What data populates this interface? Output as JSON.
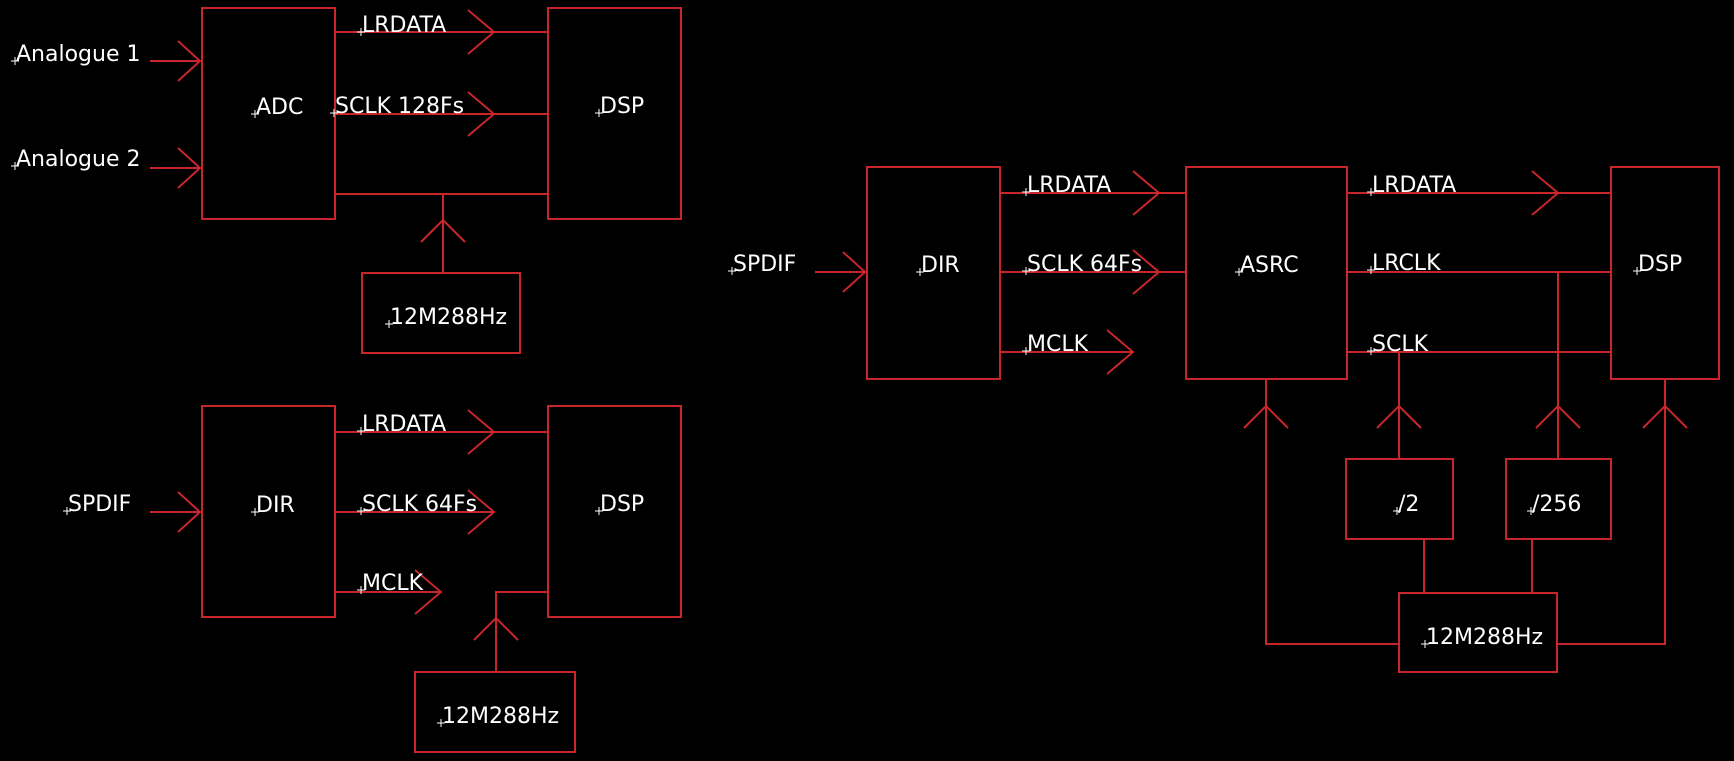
{
  "diagrams": {
    "adc_path": {
      "input_1": "Analogue 1",
      "input_2": "Analogue 2",
      "adc": "ADC",
      "lrdata": "LRDATA",
      "sclk": "SCLK 128Fs",
      "dsp": "DSP",
      "clock": "12M288Hz"
    },
    "dir_path": {
      "input": "SPDIF",
      "dir": "DIR",
      "lrdata": "LRDATA",
      "sclk": "SCLK 64Fs",
      "mclk": "MCLK",
      "dsp": "DSP",
      "clock": "12M288Hz"
    },
    "asrc_path": {
      "input": "SPDIF",
      "dir": "DIR",
      "lrdata_in": "LRDATA",
      "sclk_in": "SCLK 64Fs",
      "mclk": "MCLK",
      "asrc": "ASRC",
      "lrdata_out": "LRDATA",
      "lrclk": "LRCLK",
      "sclk_out": "SCLK",
      "dsp": "DSP",
      "div2": "/2",
      "div256": "/256",
      "clock": "12M288Hz"
    }
  },
  "colors": {
    "line": "#c8262a",
    "text": "#ffffff",
    "background": "#000000"
  }
}
